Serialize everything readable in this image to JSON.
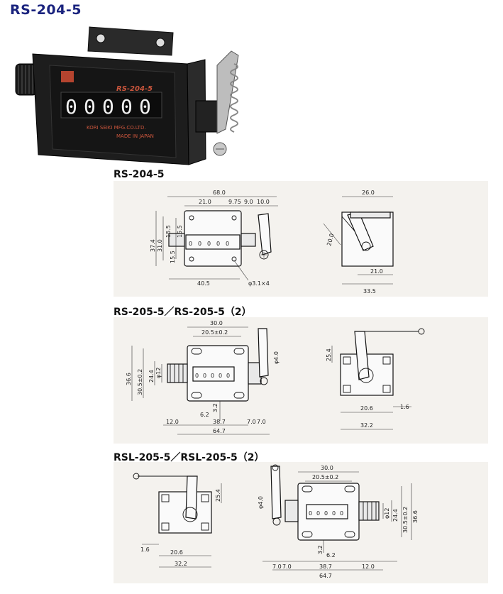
{
  "main_title": "RS-204-5",
  "photo": {
    "brand_text": "RS-204-5",
    "digits": [
      "0",
      "0",
      "0",
      "0",
      "0"
    ],
    "maker_text": "KORI SEIKI MFG.CO.LTD.",
    "origin_text": "MADE IN JAPAN"
  },
  "sections": [
    {
      "title": "RS-204-5",
      "dims": {
        "d1": "68.0",
        "d2": "21.0",
        "d3": "9.75",
        "d4": "9.0",
        "d5": "10.0",
        "d6": "15.5",
        "d7": "15.5",
        "d8": "37.4",
        "d9": "31.0",
        "d10": "15.5",
        "d11": "40.5",
        "d12": "φ3.1×4",
        "s1": "26.0",
        "s2": "20.0",
        "s3": "21.0",
        "s4": "33.5"
      },
      "counter": [
        "0",
        "0",
        "0",
        "0",
        "0"
      ]
    },
    {
      "title": "RS-205-5／RS-205-5（2）",
      "dims": {
        "d1": "30.0",
        "d2": "20.5±0.2",
        "d3": "36.6",
        "d4": "30.5±0.2",
        "d5": "24.4",
        "d6": "φ12",
        "d7": "φ4.0",
        "d8": "6.2",
        "d9": "3.2",
        "d10": "12.0",
        "d11": "38.7",
        "d12": "7.0",
        "d13": "7.0",
        "d14": "64.7",
        "s1": "25.4",
        "s2": "20.6",
        "s3": "1.6",
        "s4": "32.2"
      },
      "counter": [
        "0",
        "0",
        "0",
        "0",
        "0"
      ]
    },
    {
      "title": "RSL-205-5／RSL-205-5（2）",
      "dims": {
        "d1": "30.0",
        "d2": "20.5±0.2",
        "d3": "φ4.0",
        "d4": "φ12",
        "d5": "24.4",
        "d6": "30.5±0.2",
        "d7": "36.6",
        "d8": "3.2",
        "d9": "6.2",
        "d10": "7.0",
        "d11": "7.0",
        "d12": "38.7",
        "d13": "12.0",
        "d14": "64.7",
        "s1": "25.4",
        "s2": "1.6",
        "s3": "20.6",
        "s4": "32.2"
      },
      "counter": [
        "0",
        "0",
        "0",
        "0",
        "0"
      ]
    }
  ]
}
